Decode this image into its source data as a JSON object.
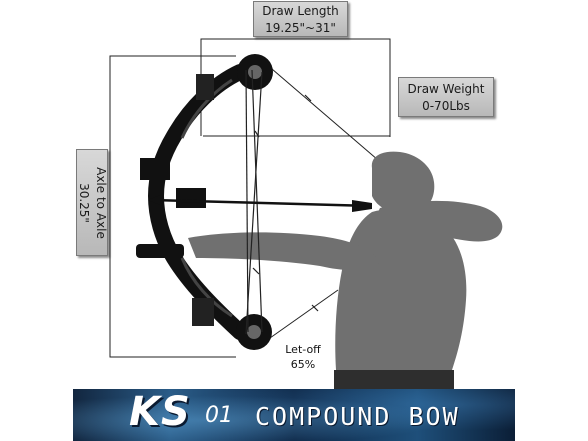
{
  "labels": {
    "draw_length": {
      "title": "Draw Length",
      "value": "19.25\"~31\""
    },
    "draw_weight": {
      "title": "Draw Weight",
      "value": "0-70Lbs"
    },
    "axle_to_axle": {
      "title": "Axle to Axle",
      "value": "30.25\""
    },
    "let_off": {
      "title": "Let-off",
      "value": "65%"
    }
  },
  "banner": {
    "model_main": "KS",
    "model_num": "01",
    "product": "COMPOUND BOW"
  },
  "colors": {
    "bow": "#111111",
    "archer": "#707070",
    "label_bg": "#c8c8c8",
    "banner_dark": "#12263f",
    "banner_light": "#2a5c88"
  }
}
